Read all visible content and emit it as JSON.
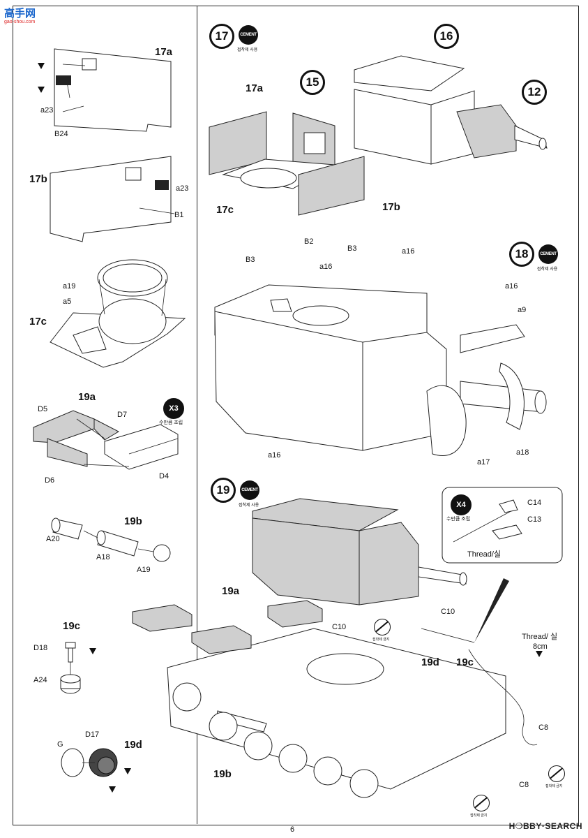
{
  "watermark": {
    "brand": "高手网",
    "sub": "gao-shou.com"
  },
  "cement_label": "CEMENT",
  "cement_caption": "접착제 사용",
  "no_cement_caption": "접착제 금지",
  "steps_left": {
    "s17a": "17a",
    "s17b": "17b",
    "s17c": "17c",
    "s19a": "19a",
    "s19b": "19b",
    "s19c": "19c",
    "s19d": "19d"
  },
  "parts_left": {
    "a23_1": "a23",
    "b24": "B24",
    "a23_2": "a23",
    "b1": "B1",
    "a19": "a19",
    "a5": "a5",
    "d5": "D5",
    "d7": "D7",
    "d6": "D6",
    "d4": "D4",
    "a20": "A20",
    "a18": "A18",
    "a19b": "A19",
    "d18": "D18",
    "a24": "A24",
    "g": "G",
    "d17": "D17"
  },
  "x3": {
    "label": "X3",
    "caption": "수만큼 조립"
  },
  "step17": {
    "number": "17",
    "sub15": "15",
    "sub16": "16",
    "sub12": "12",
    "l17a": "17a",
    "l17b": "17b",
    "l17c": "17c"
  },
  "step18": {
    "number": "18",
    "b2": "B2",
    "b3a": "B3",
    "b3b": "B3",
    "a16_1": "a16",
    "a16_2": "a16",
    "a16_3": "a16",
    "a16_4": "a16",
    "a9": "a9",
    "a17": "a17",
    "a18": "a18"
  },
  "step19": {
    "number": "19",
    "l19a": "19a",
    "l19b": "19b",
    "l19c": "19c",
    "l19d": "19d",
    "c10a": "C10",
    "c10b": "C10",
    "thread": "Thread/ 실",
    "thread_len": "8cm",
    "c8a": "C8",
    "c8b": "C8"
  },
  "inset": {
    "x4": "X4",
    "caption": "수만큼 조립",
    "c14": "C14",
    "c13": "C13",
    "thread": "Thread/실"
  },
  "page_number": "6",
  "site_logo": "H❍BBY·SEARCH"
}
